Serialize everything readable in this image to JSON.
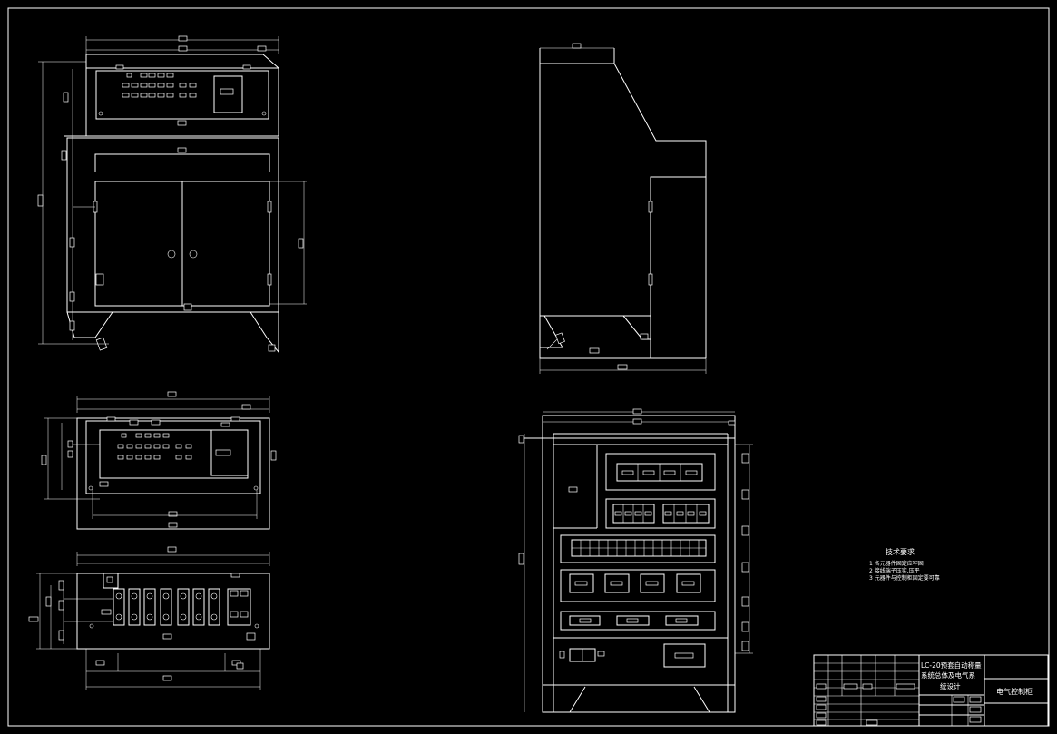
{
  "drawing": {
    "background_color": "#000000",
    "line_color": "#ffffff"
  },
  "notes": {
    "title": "技术要求",
    "items": [
      "1 各元器件固定应牢固",
      "2 接线端子压实,压平",
      "3 元器件与控制柜固定要可靠"
    ]
  },
  "title_block": {
    "project_title_lines": [
      "LC-20预套自动称量",
      "系统总体及电气系",
      "统设计"
    ],
    "drawing_name": "电气控制柜"
  }
}
